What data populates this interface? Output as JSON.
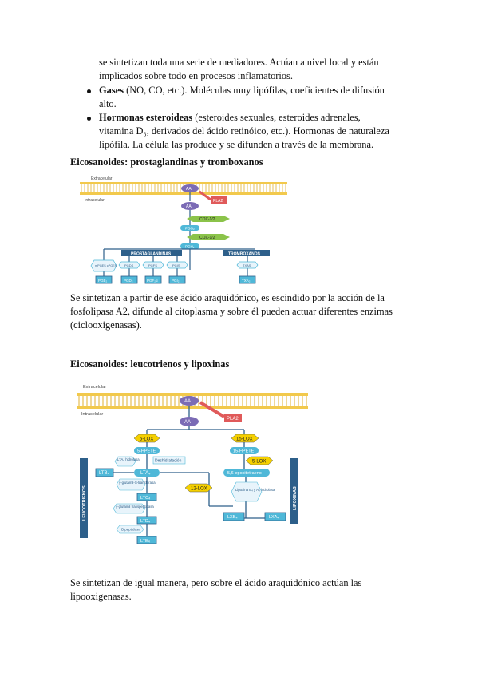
{
  "intro": {
    "line1": "se sintetizan toda una serie de mediadores. Actúan a nivel local y están",
    "line2": "implicados sobre todo en procesos inflamatorios."
  },
  "bullets": [
    {
      "term": "Gases",
      "rest1": " (NO, CO, etc.). Moléculas muy lipófilas, coeficientes de difusión",
      "rest2": "alto."
    },
    {
      "term": "Hormonas esteroideas",
      "rest1": " (esteroides sexuales, esteroides adrenales,",
      "rest2": "vitamina D₃, derivados del ácido retinóico, etc.). Hormonas de naturaleza",
      "rest3": "lipófila. La célula las produce y se difunden a través de la membrana."
    }
  ],
  "section1": {
    "heading": "Eicosanoides: prostaglandinas y tromboxanos",
    "diagram": {
      "extracelular": "Extracelular",
      "intracelular": "Intracelular",
      "aa": "AA",
      "pla2": "PLA2",
      "cox1": "COX-1/2",
      "cox2": "COX-1/2",
      "pgg2": "PGG₂",
      "pgh2": "PGH₂",
      "prostaglandinas": "PROSTAGLANDINAS",
      "tromboxanos": "TROMBOXANOS",
      "enzymes": [
        "mPGES cPGES",
        "PGDS",
        "PGFS",
        "PGIS",
        "TXAS"
      ],
      "products": [
        "PGE₂",
        "PGD₂",
        "PGF₂α",
        "PGI₂",
        "TXA₂"
      ]
    },
    "para1": "Se sintetizan a partir de ese ácido araquidónico, es escindido por la acción de la",
    "para2": "fosfolipasa A2, difunde al citoplasma y sobre él pueden actuar diferentes enzimas",
    "para3": "(ciclooxigenasas)."
  },
  "section2": {
    "heading": "Eicosanoides: leucotrienos y lipoxinas",
    "diagram": {
      "extracelular": "Extracelular",
      "intracelular": "Intracelular",
      "aa_top": "AA",
      "aa": "AA",
      "pla2": "PLA2",
      "lox5": "5-LOX",
      "lox15": "15-LOX",
      "lox5b": "5-LOX",
      "lox12": "12-LOX",
      "hpete5": "5-HPETE",
      "hpete15": "15-HPETE",
      "deshidratacion": "Deshidratación",
      "lta4": "LTA₄",
      "lta4_hidrolasa": "LTA₄ hidrolasa",
      "ltb4": "LTB₄",
      "gglut_transf": "γ-glutamil-S-transferasa",
      "ltc4": "LTC₄",
      "gglut_transp": "γ-glutamil transpeptidasa",
      "ltd4": "LTD₄",
      "dipeptidasa": "Dipeptidasa",
      "lte4": "LTE₄",
      "epoxi": "5,6-epoxitetraeno",
      "lipoxina_hidrolasa": "Lipoxina B₄ y A₄ hidrolasa",
      "lxb4": "LXB₄",
      "lxa4": "LXA₄",
      "leucotrienos": "LEUCOTRIENOS",
      "lipoxinas": "LIPOXINAS"
    },
    "para1": "Se sintetizan de igual manera, pero sobre el ácido araquidónico actúan las",
    "para2": "lipooxigenasas."
  },
  "colors": {
    "membrane": "#f2c94c",
    "purple": "#7b6bb5",
    "red": "#e05a5a",
    "green": "#8bc34a",
    "blue": "#4fb8d8",
    "yellow": "#f5d000",
    "navy": "#2d5f8a"
  }
}
